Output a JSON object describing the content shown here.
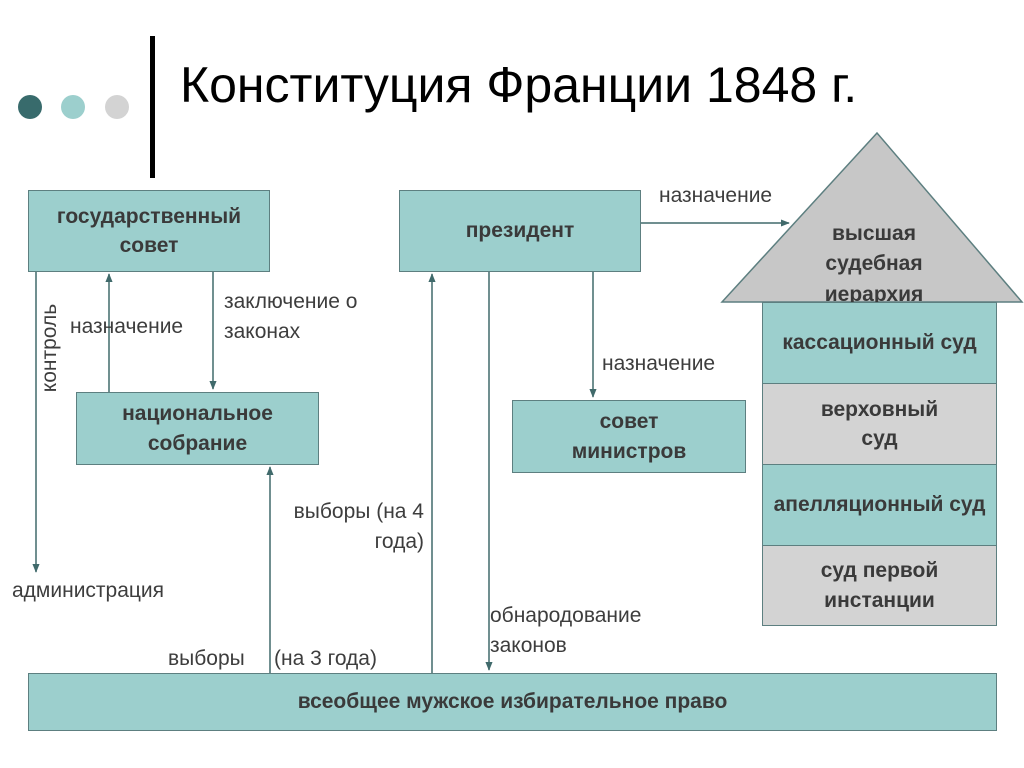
{
  "title": "Конституция Франции 1848 г.",
  "decor": {
    "dot_colors": [
      "#386b6c",
      "#9ccfcd",
      "#d3d3d3"
    ]
  },
  "colors": {
    "box_teal": "#9ccfcd",
    "box_grey": "#d3d3d3",
    "border": "#5d7f80",
    "roof": "#c7c7c7"
  },
  "boxes": {
    "state_council": "государственный совет",
    "national_assembly": "национальное собрание",
    "president": "президент",
    "council_of_ministers": "совет министров",
    "suffrage": "всеобщее мужское избирательное право"
  },
  "judiciary": {
    "roof": "высшая судебная иерархия",
    "courts": [
      {
        "label": "кассационный суд",
        "color": "teal"
      },
      {
        "label": "верховный суд",
        "color": "grey"
      },
      {
        "label": "апелляционный суд",
        "color": "teal"
      },
      {
        "label": "суд первой инстанции",
        "color": "grey"
      }
    ]
  },
  "labels": {
    "control": "контроль",
    "appointment_left": "назначение",
    "law_opinion": "заключение о законах",
    "appointment_top": "назначение",
    "appointment_ministers": "назначение",
    "administration": "администрация",
    "elections_4": "выборы (на 4 года)",
    "elections_3_word": "выборы",
    "elections_3_term": "(на 3 года)",
    "promulgation": "обнародование законов"
  }
}
